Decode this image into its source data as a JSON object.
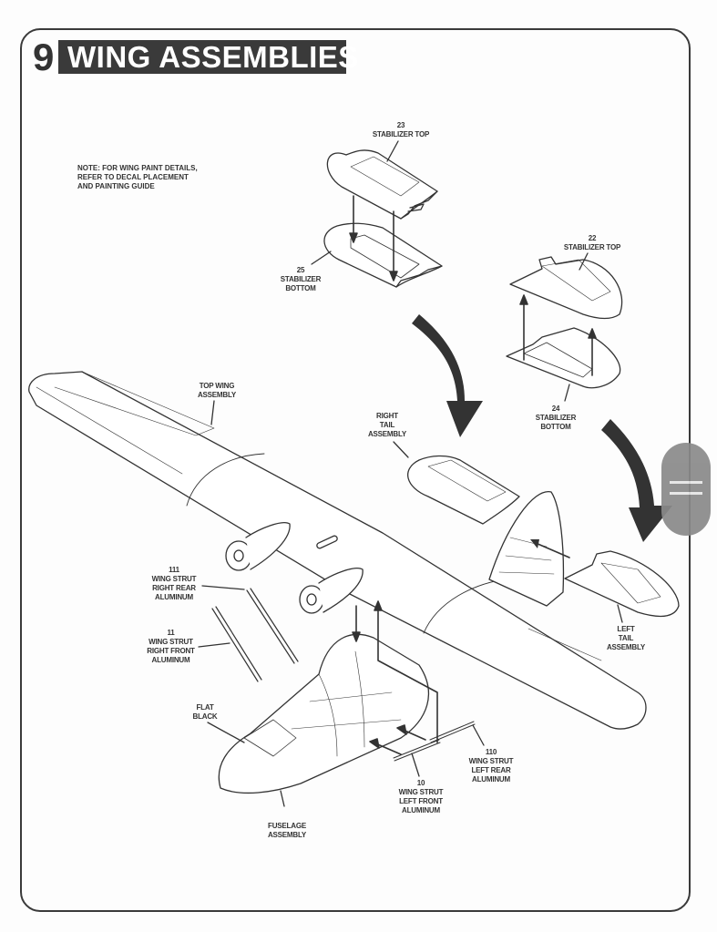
{
  "header": {
    "step_number": "9",
    "title": "WING ASSEMBLIES"
  },
  "note": "NOTE: FOR WING PAINT DETAILS,\nREFER TO DECAL PLACEMENT\nAND PAINTING GUIDE",
  "callouts": {
    "part_23": "23\nSTABILIZER TOP",
    "part_25": "25\nSTABILIZER\nBOTTOM",
    "part_22": "22\nSTABILIZER TOP",
    "part_24": "24\nSTABILIZER\nBOTTOM",
    "top_wing": "TOP WING\nASSEMBLY",
    "right_tail": "RIGHT\nTAIL\nASSEMBLY",
    "left_tail": "LEFT\nTAIL\nASSEMBLY",
    "part_111": "111\nWING STRUT\nRIGHT REAR\nALUMINUM",
    "part_11": "11\nWING STRUT\nRIGHT FRONT\nALUMINUM",
    "flat_black": "FLAT\nBLACK",
    "part_110": "110\nWING STRUT\nLEFT REAR\nALUMINUM",
    "part_10": "10\nWING STRUT\nLEFT FRONT\nALUMINUM",
    "fuselage": "FUSELAGE\nASSEMBLY"
  },
  "colors": {
    "ink": "#333333",
    "title_bg": "#3a3a3a",
    "title_fg": "#ffffff",
    "handle": "#8a8a8a"
  }
}
